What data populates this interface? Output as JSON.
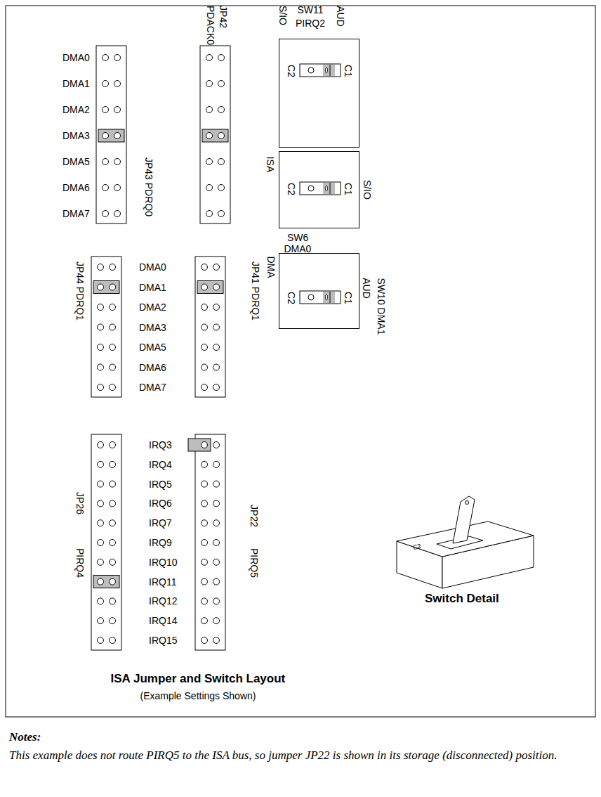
{
  "diagram": {
    "title": "ISA Jumper and Switch Layout",
    "caption": "(Example Settings Shown)",
    "nodes": [
      {
        "text": [
          "C2",
          "C1"
        ]
      },
      {
        "text": [
          "C2",
          "C1"
        ]
      },
      {
        "text": [
          "C2",
          "C1"
        ]
      }
    ],
    "labels": [
      "DMA0",
      "DMA1",
      "DMA2",
      "DMA3",
      "DMA5",
      "DMA6",
      "DMA7",
      "JP43 PDRQ0",
      "PDACK0",
      "JP42",
      "SW11",
      "PIRQ2",
      "S/IO",
      "AUD",
      "ISA",
      "S/IO",
      "SW6",
      "DMA0",
      "DMA",
      "SW10 DMA1",
      "AUD",
      "DMA0",
      "DMA1",
      "DMA2",
      "DMA3",
      "DMA5",
      "DMA6",
      "DMA7",
      "JP44 PDRQ1",
      "JP41 PDRQ1",
      "IRQ3",
      "IRQ4",
      "IRQ5",
      "IRQ6",
      "IRQ7",
      "IRQ9",
      "IRQ10",
      "IRQ11",
      "IRQ12",
      "IRQ14",
      "IRQ15",
      "JP26",
      "PIRQ4",
      "JP22",
      "PIRQ5",
      "C2",
      "Switch Detail",
      "Notes:",
      "This example does not route PIRQ5 to the ISA bus, so jumper JP22 is shown in its storage (disconnected) position."
    ]
  }
}
